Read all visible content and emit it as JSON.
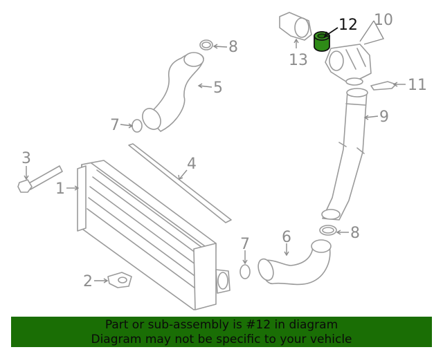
{
  "callouts": [
    {
      "id": "1",
      "label": "1"
    },
    {
      "id": "2",
      "label": "2"
    },
    {
      "id": "3",
      "label": "3"
    },
    {
      "id": "4",
      "label": "4"
    },
    {
      "id": "5",
      "label": "5"
    },
    {
      "id": "6",
      "label": "6"
    },
    {
      "id": "7a",
      "label": "7"
    },
    {
      "id": "7b",
      "label": "7"
    },
    {
      "id": "8a",
      "label": "8"
    },
    {
      "id": "8b",
      "label": "8"
    },
    {
      "id": "9",
      "label": "9"
    },
    {
      "id": "10",
      "label": "10"
    },
    {
      "id": "11",
      "label": "11"
    },
    {
      "id": "12",
      "label": "12"
    },
    {
      "id": "13",
      "label": "13"
    }
  ],
  "highlighted_part": "12",
  "colors": {
    "highlight_part": "#2e8b17",
    "banner_bg": "#1a6e05",
    "line_art": "#9a9a9a"
  },
  "banner": {
    "line1": "Part or sub-assembly is #12 in diagram",
    "line2": "Diagram may not be specific to your vehicle"
  }
}
